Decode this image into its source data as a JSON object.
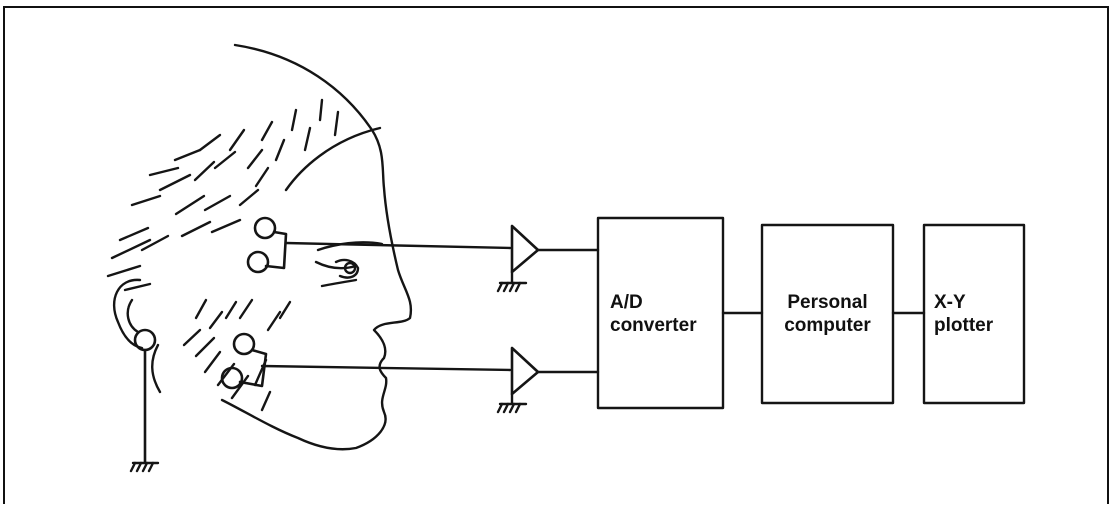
{
  "blocks": {
    "ad_converter": {
      "line1": "A/D",
      "line2": "converter"
    },
    "personal_computer": {
      "line1": "Personal",
      "line2": "computer"
    },
    "xy_plotter": {
      "line1": "X-Y",
      "line2": "plotter"
    }
  },
  "colors": {
    "ink": "#151515",
    "background": "#ffffff"
  },
  "icons": [
    "head-profile-illustration",
    "electrode-icon",
    "amplifier-icon",
    "ground-icon"
  ]
}
